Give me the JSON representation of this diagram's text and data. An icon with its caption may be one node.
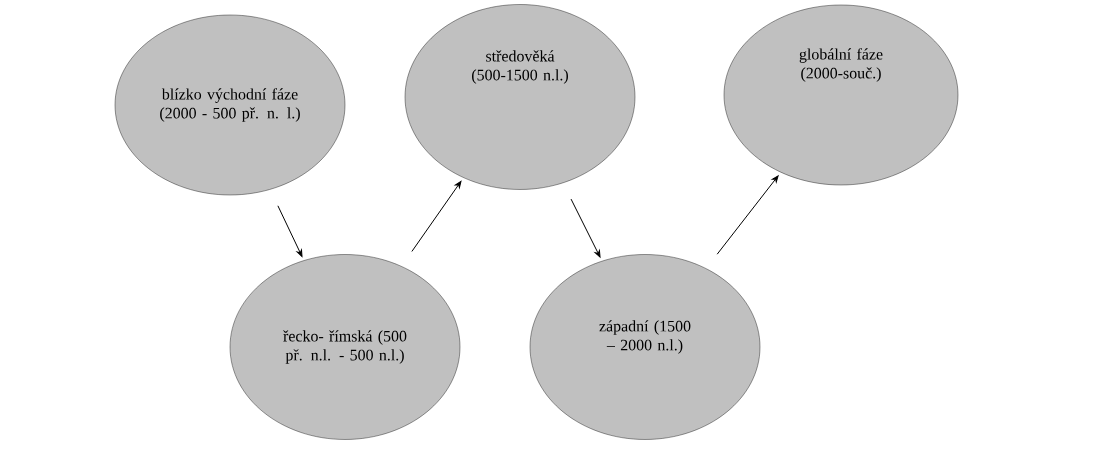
{
  "diagram": {
    "nodes": [
      {
        "text": [
          "blízko východní fáze (2000 - 500 př. n. l.)"
        ]
      },
      {
        "text": [
          "středověká (500-1500 n.l.)"
        ]
      },
      {
        "text": [
          "globální fáze (2000-souč.)"
        ]
      },
      {
        "text": [
          "řecko- římská (500 př. n.l. - 500 n.l.)"
        ]
      },
      {
        "text": [
          "západní (1500 – 2000 n.l.)"
        ]
      }
    ],
    "edges": [
      {
        "from": 0,
        "to": 3,
        "arrow": "to"
      },
      {
        "from": 3,
        "to": 1,
        "arrow": "to"
      },
      {
        "from": 1,
        "to": 4,
        "arrow": "to"
      },
      {
        "from": 4,
        "to": 2,
        "arrow": "to"
      }
    ]
  }
}
